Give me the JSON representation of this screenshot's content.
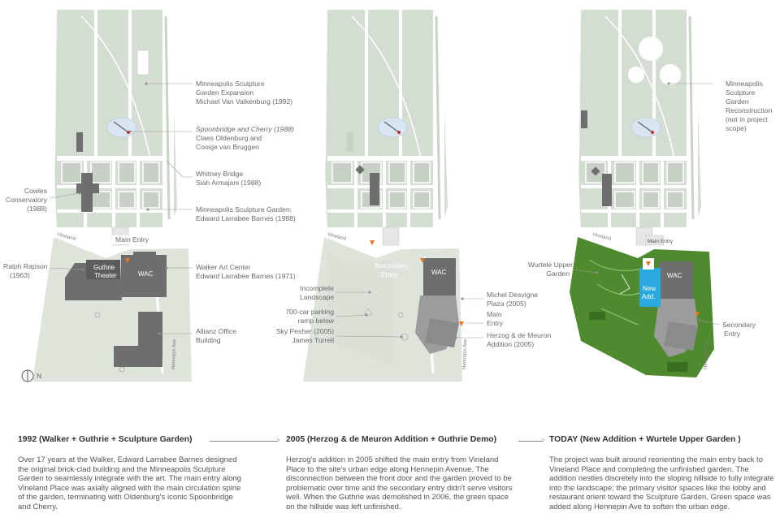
{
  "plan_1992": {
    "labels": {
      "sculpture_expansion": [
        "Minneapolis Sculpture",
        "Garden Expansion",
        "Michael Van Valkenburg (1992)"
      ],
      "spoonbridge": [
        "Spoonbridge and Cherry (1988)",
        "Claes Oldenburg and",
        "Coosje van Bruggen"
      ],
      "whitney": [
        "Whitney Bridge",
        "Siah Armajani (1988)"
      ],
      "conservatory": [
        "Cowles",
        "Conservatory",
        "(1988)"
      ],
      "sculpture_garden": [
        "Minneapolis Sculpture Garden:",
        "Edward Larrabee Barnes (1988)"
      ],
      "main_entry": "Main Entry",
      "ralph": [
        "Ralph Rapson",
        "(1963)"
      ],
      "guthrie": [
        "Guthrie",
        "Theater"
      ],
      "wac": "WAC",
      "walker": [
        "Walker Art Center",
        "Edward Larrabee Barnes (1971)"
      ],
      "allianz": [
        "Allianz Office",
        "Building"
      ],
      "north": "N"
    }
  },
  "plan_2005": {
    "labels": {
      "secondary_entry": [
        "Secondary",
        "Entry"
      ],
      "wac": "WAC",
      "incomplete": [
        "Incomplete",
        "Landscape"
      ],
      "parking": [
        "700-car parking",
        "ramp below"
      ],
      "skypesher": [
        "Sky Pesher (2005)",
        "James Turrell"
      ],
      "desvigne": [
        "Michel Desvigne",
        "Plaza (2005)"
      ],
      "main_entry": [
        "Main",
        "Entry"
      ],
      "herzog": [
        "Herzog & de Meuron",
        "Addition (2005)"
      ]
    }
  },
  "plan_today": {
    "labels": {
      "reconstruction": [
        "Minneapolis",
        "Sculpture",
        "Garden",
        "Reconstruction",
        "(not in project",
        "scope)"
      ],
      "main_entry": "Main Entry",
      "wurtele": [
        "Wurtele Upper",
        "Garden"
      ],
      "wac": "WAC",
      "new_add": [
        "New",
        "Add."
      ],
      "secondary_entry": [
        "Secondary",
        "Entry"
      ]
    }
  },
  "street_labels": {
    "vineland": "Vineland",
    "hennepin": "Hennepin Ave"
  },
  "columns": [
    {
      "title": "1992 (Walker + Guthrie + Sculpture Garden)",
      "body": "Over 17 years at the Walker, Edward Larrabee Barnes designed the original brick-clad building and the Minneapolis Sculpture Garden to seamlessly integrate with the art. The main entry along Vineland Place was axially aligned with the main circulation spine of the garden, terminating with Oldenburg's iconic Spoonbridge and Cherry."
    },
    {
      "title": "2005 (Herzog & de Meuron Addition + Guthrie Demo)",
      "body": "Herzog's addition in 2005 shifted the main entry from Vineland Place to the site's urban edge along Hennepin Avenue. The disconnection between the front door and the garden proved to be problematic over time and the secondary entry didn't serve visitors well.  When the Guthrie was demolished in 2006, the green space on the hillside was left unfinished."
    },
    {
      "title": "TODAY (New Addition + Wurtele Upper Garden )",
      "body": "The project was built around reorienting the main entry back to Vineland Place and completing the unfinished garden. The addition nestles discretely into the sloping hillside to fully integrate into the landscape; the primary visitor spaces like the lobby and restaurant orient toward the Sculpture Garden. Green space was added along Hennepin Ave to soften the urban edge."
    }
  ],
  "colors": {
    "lawn": "#d4ddd2",
    "path": "#ffffff",
    "building": "#6e6e6e",
    "addition": "#9c9c9c",
    "new_addition": "#2aa8e0",
    "green_garden": "#4f8a2e",
    "entry_marker": "#e87722",
    "text": "#555555"
  }
}
